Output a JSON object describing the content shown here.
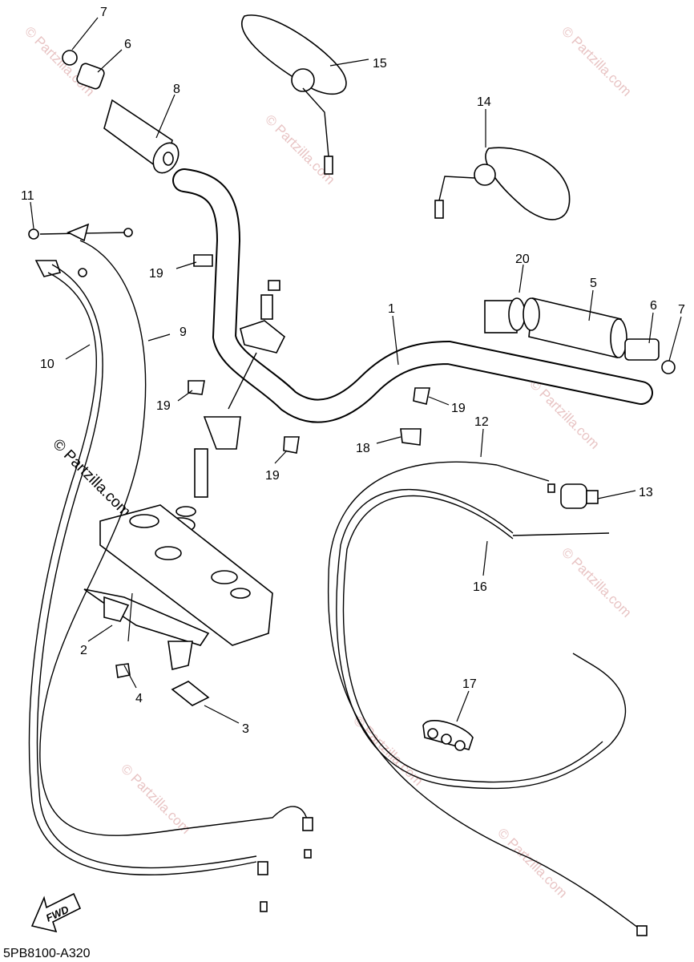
{
  "diagram_code": "5PB8100-A320",
  "fwd_label": "FWD",
  "watermark": "© Partzilla.com",
  "callouts": [
    "1",
    "2",
    "3",
    "4",
    "5",
    "6",
    "6",
    "7",
    "7",
    "8",
    "9",
    "10",
    "11",
    "12",
    "13",
    "14",
    "15",
    "16",
    "17",
    "18",
    "19",
    "19",
    "19",
    "19",
    "20"
  ]
}
